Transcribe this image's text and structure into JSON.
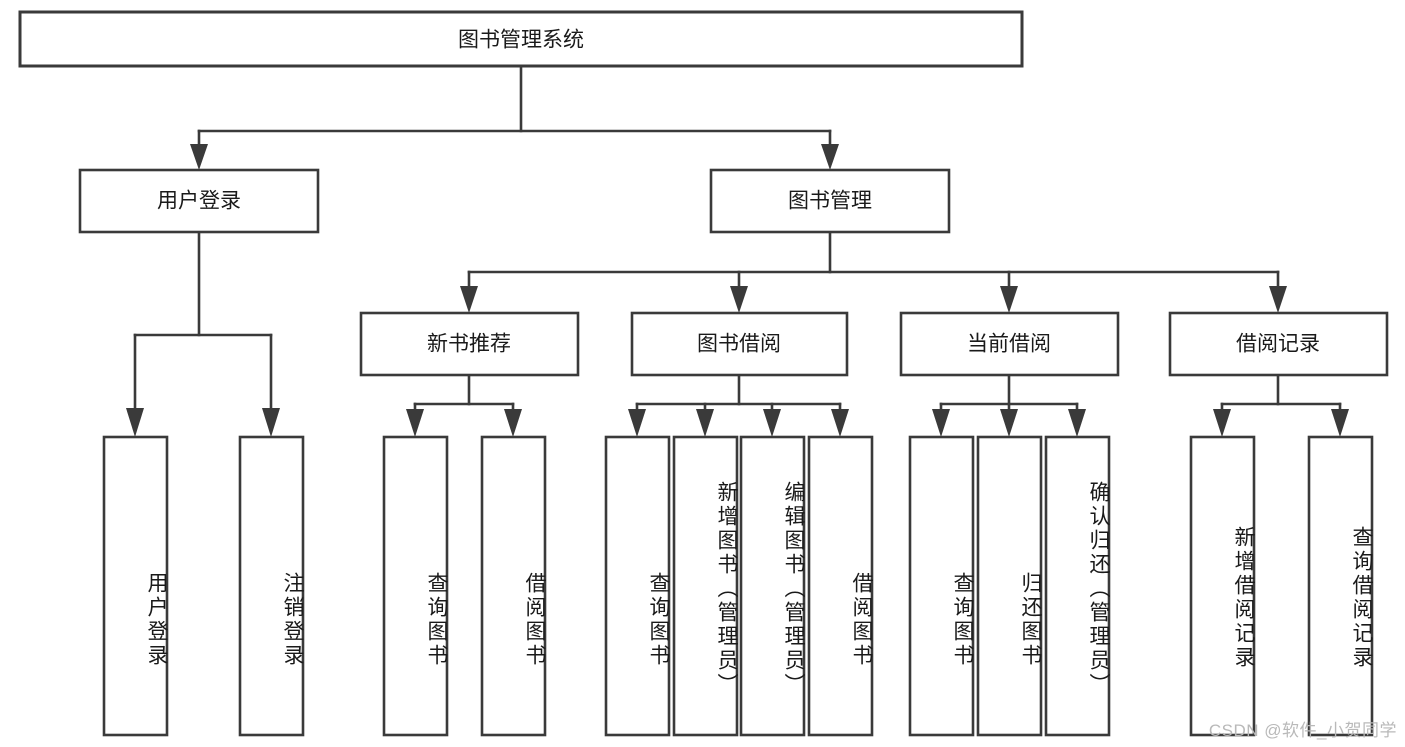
{
  "diagram": {
    "type": "tree",
    "title": "图书管理系统",
    "orientation": "top-down",
    "colors": {
      "box_stroke": "#3a3a3a",
      "box_fill": "#ffffff",
      "text": "#1a1a1a",
      "background": "#ffffff",
      "watermark": "#b9b9b9"
    },
    "root": {
      "label": "图书管理系统"
    },
    "level2": [
      {
        "label": "用户登录"
      },
      {
        "label": "图书管理"
      }
    ],
    "level3": [
      {
        "label": "新书推荐"
      },
      {
        "label": "图书借阅"
      },
      {
        "label": "当前借阅"
      },
      {
        "label": "借阅记录"
      }
    ],
    "leaves": {
      "user_login": [
        {
          "label": "用户登录"
        },
        {
          "label": "注销登录"
        }
      ],
      "new_book_recommend": [
        {
          "label": "查询图书"
        },
        {
          "label": "借阅图书"
        }
      ],
      "book_borrow": [
        {
          "label": "查询图书"
        },
        {
          "label": "新增图书（管理员）"
        },
        {
          "label": "编辑图书（管理员）"
        },
        {
          "label": "借阅图书"
        }
      ],
      "current_borrow": [
        {
          "label": "查询图书"
        },
        {
          "label": "归还图书"
        },
        {
          "label": "确认归还（管理员）"
        }
      ],
      "borrow_record": [
        {
          "label": "新增借阅记录"
        },
        {
          "label": "查询借阅记录"
        }
      ]
    }
  },
  "watermark": {
    "text": "CSDN @软件_小贺同学"
  }
}
